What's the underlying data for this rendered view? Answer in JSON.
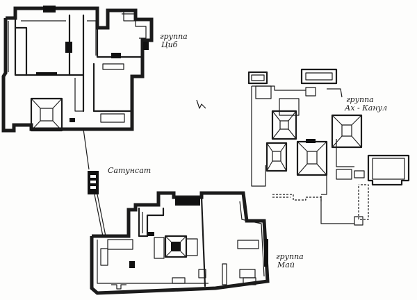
{
  "labels": {
    "group_tsib_1": "группа",
    "group_tsib_2": "Циб",
    "satunsat": "Сатунсат",
    "group_ahkanul_1": "группа",
    "group_ahkanul_2": "Ах - Канул",
    "group_may_1": "группа",
    "group_may_2": "Май"
  },
  "north_arrow": "north-arrow-icon",
  "colors": {
    "ink": "#1b1b1b",
    "paper": "#fdfdfc"
  }
}
